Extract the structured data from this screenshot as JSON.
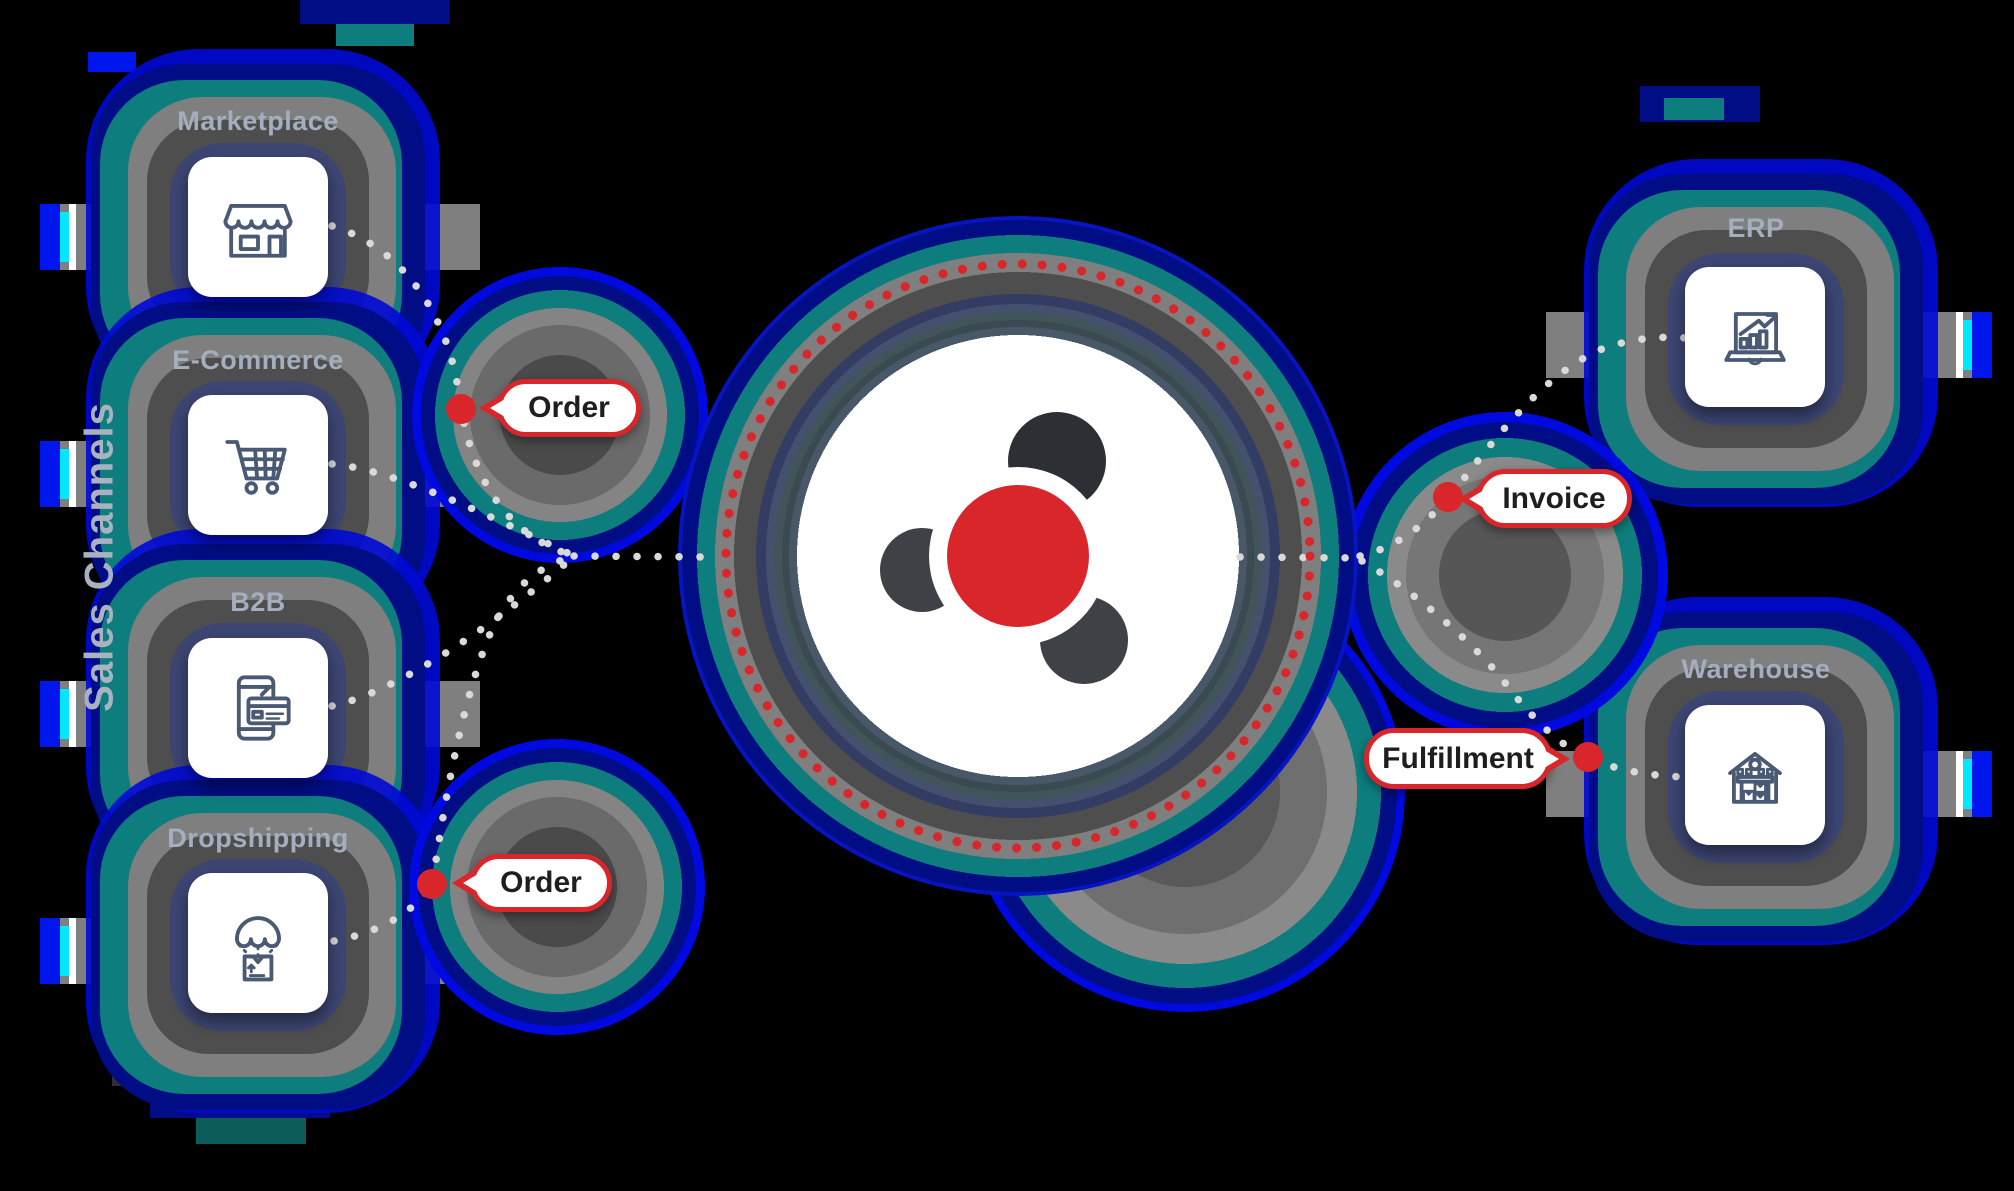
{
  "side_label": "Sales Channels",
  "channels": [
    {
      "label": "Marketplace",
      "icon": "storefront-icon"
    },
    {
      "label": "E-Commerce",
      "icon": "shopping-cart-icon"
    },
    {
      "label": "B2B",
      "icon": "mobile-payment-icon"
    },
    {
      "label": "Dropshipping",
      "icon": "parachute-package-icon"
    }
  ],
  "destinations": [
    {
      "label": "ERP",
      "icon": "laptop-analytics-icon"
    },
    {
      "label": "Warehouse",
      "icon": "warehouse-icon"
    }
  ],
  "badges": {
    "order1": "Order",
    "order2": "Order",
    "invoice": "Invoice",
    "fulfillment": "Fulfillment"
  },
  "hub": {
    "name": "integration-hub-logo"
  },
  "colors": {
    "background": "#000000",
    "accent_red": "#d8262b",
    "icon_stroke": "#4a5a74",
    "node_label": "#a4aebe",
    "badge_text": "#1e1e1e",
    "dotted_line": "#d9d9d9",
    "glitch_blue": "#0009e0",
    "glitch_navy": "#000d85",
    "glitch_teal": "#0d7d7d",
    "glitch_gray": "#7f7f7f",
    "glitch_dark_gray": "#4e4e4e",
    "glitch_slate": "#3d4673",
    "glitch_cyan": "#00e8ff"
  }
}
